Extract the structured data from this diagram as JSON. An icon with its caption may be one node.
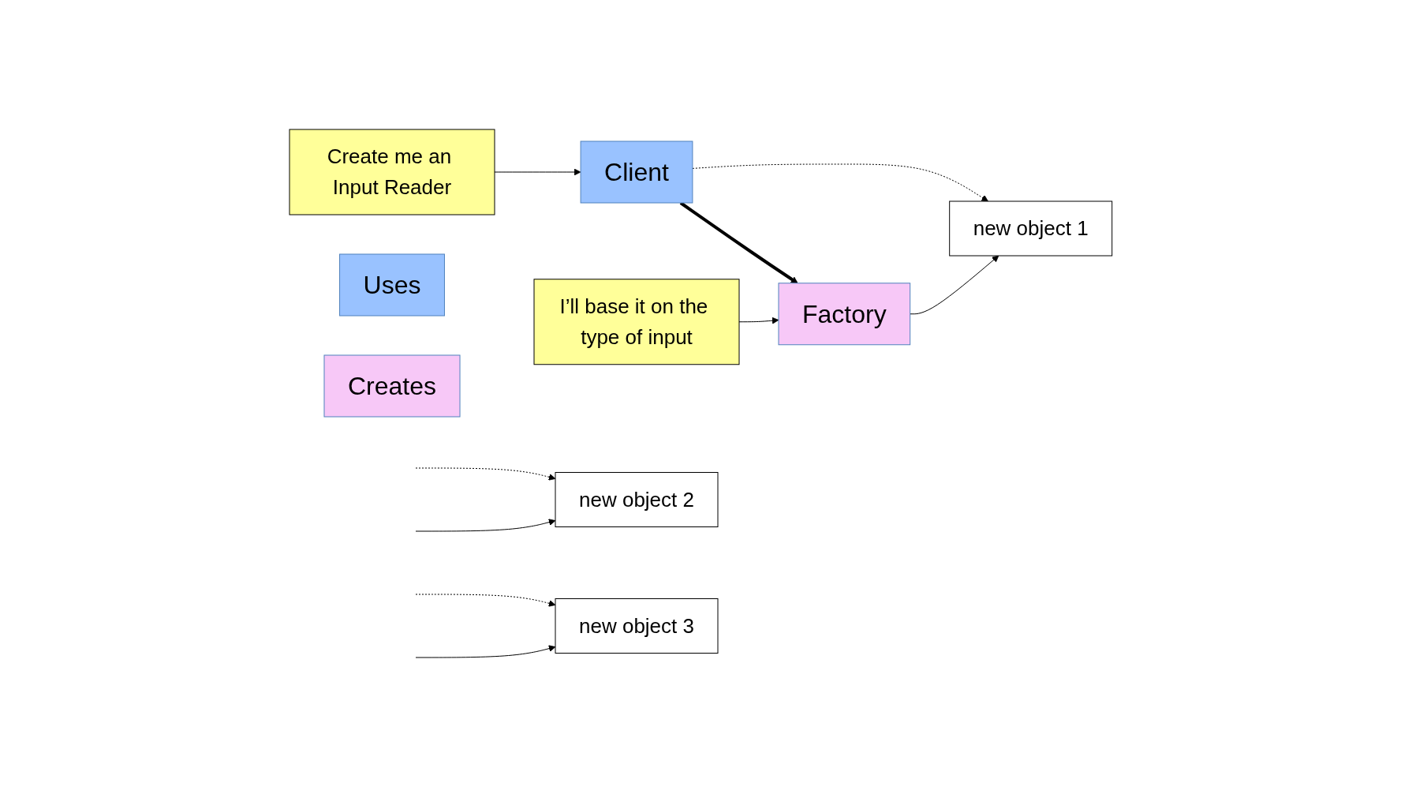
{
  "diagram": {
    "nodes": [
      {
        "text": [
          "Create me an Input Reader"
        ]
      },
      {
        "text": [
          "Client"
        ]
      },
      {
        "text": [
          "Factory"
        ]
      },
      {
        "text": [
          "I’ll base it on the type of input"
        ]
      },
      {
        "text": [
          "Uses"
        ]
      },
      {
        "text": [
          "new object 1"
        ]
      },
      {
        "text": [
          "new object 2"
        ]
      },
      {
        "text": [
          "new object 3"
        ]
      },
      {
        "text": [
          "Creates"
        ]
      }
    ],
    "edges": [
      {
        "from": 0,
        "to": 1,
        "arrow": "to"
      },
      {
        "from": 1,
        "to": 2,
        "arrow": "to",
        "style": "thick"
      },
      {
        "from": 3,
        "to": 2,
        "arrow": "to"
      },
      {
        "from": 1,
        "to": 5,
        "arrow": "to",
        "style": "dashed"
      },
      {
        "from": 2,
        "to": 5,
        "arrow": "to"
      },
      {
        "from": null,
        "to": 6,
        "arrow": "to",
        "style": "dashed"
      },
      {
        "from": null,
        "to": 6,
        "arrow": "to"
      },
      {
        "from": null,
        "to": 7,
        "arrow": "to",
        "style": "dashed"
      },
      {
        "from": null,
        "to": 7,
        "arrow": "to"
      }
    ]
  }
}
